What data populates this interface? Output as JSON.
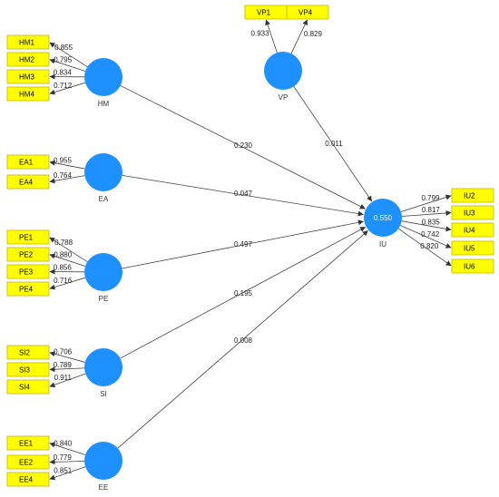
{
  "colors": {
    "construct": "#1e90ff",
    "indicator": "#ffff00",
    "indicator_border": "#c8b400",
    "path": "#444444"
  },
  "constructs": [
    {
      "id": "HM",
      "label": "HM",
      "r2": ""
    },
    {
      "id": "EA",
      "label": "EA",
      "r2": ""
    },
    {
      "id": "PE",
      "label": "PE",
      "r2": ""
    },
    {
      "id": "SI",
      "label": "SI",
      "r2": ""
    },
    {
      "id": "EE",
      "label": "EE",
      "r2": ""
    },
    {
      "id": "VP",
      "label": "VP",
      "r2": ""
    },
    {
      "id": "IU",
      "label": "IU",
      "r2": "0.550"
    }
  ],
  "paths": [
    {
      "from": "HM",
      "to": "IU",
      "coef": "0.230"
    },
    {
      "from": "EA",
      "to": "IU",
      "coef": "0.047"
    },
    {
      "from": "PE",
      "to": "IU",
      "coef": "0.497"
    },
    {
      "from": "SI",
      "to": "IU",
      "coef": "0.195"
    },
    {
      "from": "EE",
      "to": "IU",
      "coef": "0.008"
    },
    {
      "from": "VP",
      "to": "IU",
      "coef": "0.011"
    }
  ],
  "indicators": [
    {
      "construct": "HM",
      "label": "HM1",
      "loading": "0.855"
    },
    {
      "construct": "HM",
      "label": "HM2",
      "loading": "0.795"
    },
    {
      "construct": "HM",
      "label": "HM3",
      "loading": "0.834"
    },
    {
      "construct": "HM",
      "label": "HM4",
      "loading": "0.712"
    },
    {
      "construct": "EA",
      "label": "EA1",
      "loading": "0.955"
    },
    {
      "construct": "EA",
      "label": "EA4",
      "loading": "0.764"
    },
    {
      "construct": "PE",
      "label": "PE1",
      "loading": "0.788"
    },
    {
      "construct": "PE",
      "label": "PE2",
      "loading": "0.880"
    },
    {
      "construct": "PE",
      "label": "PE3",
      "loading": "0.856"
    },
    {
      "construct": "PE",
      "label": "PE4",
      "loading": "0.716"
    },
    {
      "construct": "SI",
      "label": "SI2",
      "loading": "0.706"
    },
    {
      "construct": "SI",
      "label": "SI3",
      "loading": "0.789"
    },
    {
      "construct": "SI",
      "label": "SI4",
      "loading": "0.911"
    },
    {
      "construct": "EE",
      "label": "EE1",
      "loading": "0.840"
    },
    {
      "construct": "EE",
      "label": "EE2",
      "loading": "0.779"
    },
    {
      "construct": "EE",
      "label": "EE4",
      "loading": "0.851"
    },
    {
      "construct": "VP",
      "label": "VP1",
      "loading": "0.933"
    },
    {
      "construct": "VP",
      "label": "VP4",
      "loading": "0.829"
    },
    {
      "construct": "IU",
      "label": "IU2",
      "loading": "0.799"
    },
    {
      "construct": "IU",
      "label": "IU3",
      "loading": "0.817"
    },
    {
      "construct": "IU",
      "label": "IU4",
      "loading": "0.835"
    },
    {
      "construct": "IU",
      "label": "IU5",
      "loading": "0.742"
    },
    {
      "construct": "IU",
      "label": "IU6",
      "loading": "0.820"
    }
  ]
}
